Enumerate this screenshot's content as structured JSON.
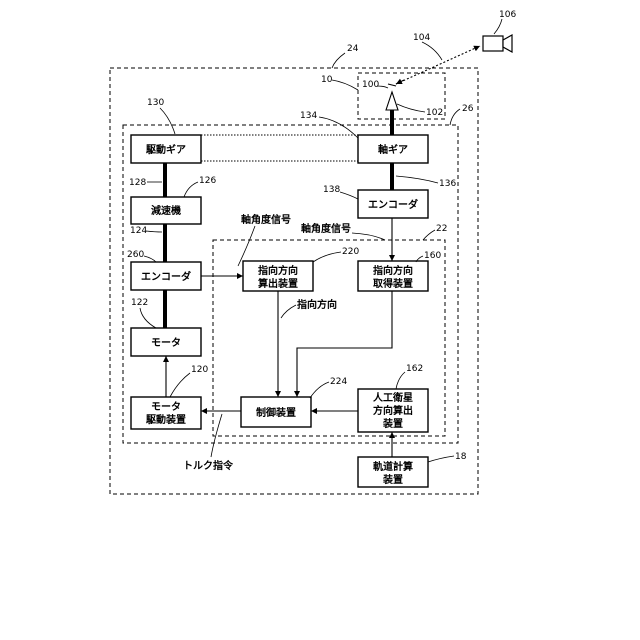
{
  "blocks": {
    "drive_gear": "駆動ギア",
    "reducer": "減速機",
    "encoder_left": "エンコーダ",
    "motor": "モータ",
    "motor_driver_1": "モータ",
    "motor_driver_2": "駆動装置",
    "shaft_gear": "軸ギア",
    "encoder_right": "エンコーダ",
    "pointing_calc_1": "指向方向",
    "pointing_calc_2": "算出装置",
    "pointing_acq_1": "指向方向",
    "pointing_acq_2": "取得装置",
    "controller": "制御装置",
    "satellite_calc_1": "人工衛星",
    "satellite_calc_2": "方向算出",
    "satellite_calc_3": "装置",
    "orbit_calc_1": "軌道計算",
    "orbit_calc_2": "装置"
  },
  "labels": {
    "shaft_angle_signal_1": "軸角度信号",
    "shaft_angle_signal_2": "軸角度信号",
    "pointing_direction": "指向方向",
    "torque_command": "トルク指令"
  },
  "refs": {
    "r106": "106",
    "r104": "104",
    "r24": "24",
    "r10": "10",
    "r100": "100",
    "r102": "102",
    "r26": "26",
    "r130": "130",
    "r134": "134",
    "r128": "128",
    "r126": "126",
    "r136": "136",
    "r138": "138",
    "r124": "124",
    "r22": "22",
    "r260": "260",
    "r220": "220",
    "r160": "160",
    "r122": "122",
    "r224": "224",
    "r162": "162",
    "r120": "120",
    "r18": "18"
  }
}
